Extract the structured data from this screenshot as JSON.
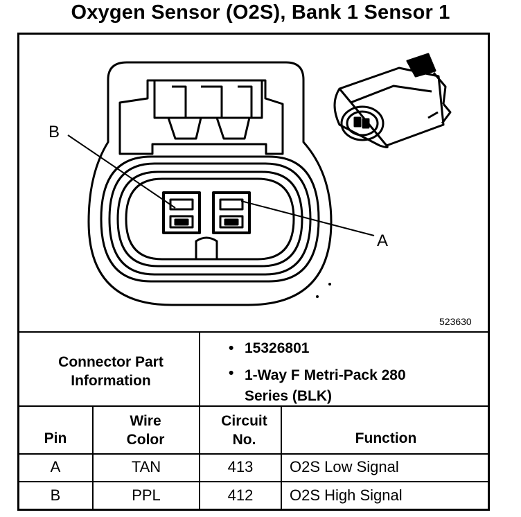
{
  "title": "Oxygen Sensor (O2S), Bank 1 Sensor 1",
  "diagram": {
    "label_a": "A",
    "label_b": "B",
    "drawing_number": "523630"
  },
  "connector_info": {
    "label": "Connector Part Information",
    "items": [
      "15326801",
      "1-Way F Metri-Pack 280 Series (BLK)"
    ]
  },
  "table": {
    "headers": {
      "pin": "Pin",
      "wire_color": "Wire Color",
      "circuit": "Circuit No.",
      "function": "Function"
    },
    "rows": [
      {
        "pin": "A",
        "wire_color": "TAN",
        "circuit": "413",
        "function": "O2S Low Signal"
      },
      {
        "pin": "B",
        "wire_color": "PPL",
        "circuit": "412",
        "function": "O2S High Signal"
      }
    ]
  }
}
